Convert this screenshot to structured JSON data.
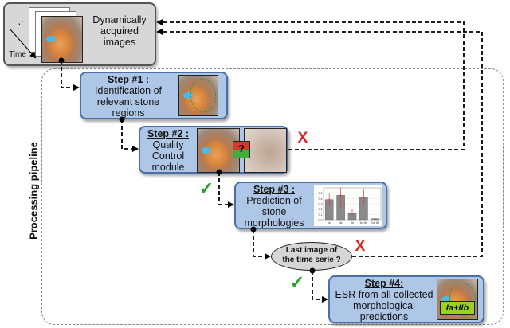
{
  "top": {
    "label_line1": "Dynamically",
    "label_line2": "acquired",
    "label_line3": "images",
    "time_label": "Time",
    "dots": "⋰"
  },
  "pipeline": {
    "label": "Processing pipeline"
  },
  "step1": {
    "title": "Step #1 :",
    "line1": "Identification of",
    "line2": "relevant stone",
    "line3": "regions"
  },
  "step2": {
    "title": "Step #2 :",
    "line1": "Quality",
    "line2": "Control",
    "line3": "module",
    "badge": "?"
  },
  "step3": {
    "title": "Step #3 :",
    "line1": "Prediction of",
    "line2": "stone",
    "line3": "morphologies"
  },
  "decision": {
    "line1": "Last image of",
    "line2": "the time serie ?"
  },
  "step4": {
    "title": "Step #4:",
    "line1": "ESR from all collected",
    "line2": "morphological",
    "line3": "predictions",
    "badge": "Ia+IIb"
  },
  "marks": {
    "cross": "X",
    "check": "✓"
  },
  "colors": {
    "step_fill": "#afc7e6",
    "step_border": "#4a6fa5",
    "cross": "#e02020",
    "check": "#2ca02c",
    "badge_green": "#9ad21e"
  },
  "chart_data": {
    "type": "bar",
    "categories": [
      "Ia",
      "IIa",
      "IIb",
      "IIc+IIId",
      "IIIa+IIIb"
    ],
    "values": [
      0.38,
      0.46,
      0.12,
      0.42,
      0.02
    ],
    "errors": [
      0.12,
      0.25,
      0.08,
      0.15,
      0.01
    ],
    "ylim": [
      0,
      0.6
    ],
    "yticks": [
      "0.5",
      "0.4",
      "0.3",
      "0.2",
      "0.1",
      "0.0"
    ]
  }
}
